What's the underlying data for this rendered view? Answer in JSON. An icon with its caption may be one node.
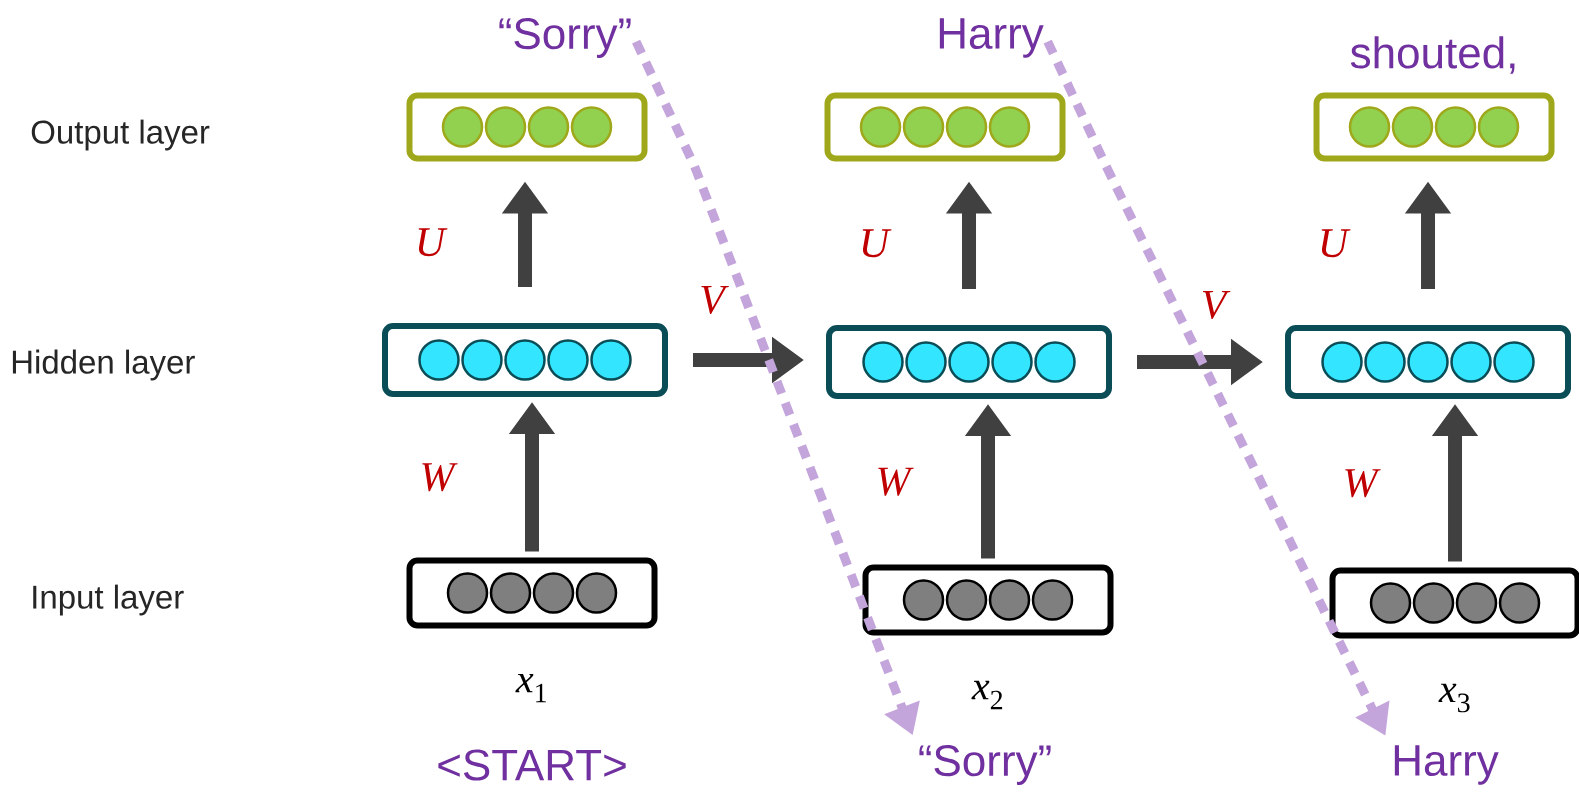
{
  "diagram": {
    "nodes": [
      {
        "text": [
          "“Sorry”"
        ]
      },
      {
        "text": [
          "Harry"
        ]
      },
      {
        "text": [],
        "shape": "box"
      },
      {
        "text": [],
        "shape": "box"
      },
      {
        "text": [],
        "shape": "box",
        "beside": [
          "shouted,"
        ]
      },
      {
        "text": [],
        "shape": "box"
      },
      {
        "text": [],
        "shape": "box"
      },
      {
        "text": [],
        "shape": "box"
      },
      {
        "text": [],
        "shape": "box",
        "beside": [
          "*x*$_{1}$",
          "<START>"
        ]
      },
      {
        "text": [],
        "shape": "box",
        "beside": [
          "*x*$_{2}$"
        ]
      },
      {
        "text": [],
        "shape": "box",
        "beside": [
          "*x*$_{3}$"
        ]
      },
      {
        "text": [
          "“Sorry”"
        ]
      },
      {
        "text": [
          "Harry"
        ]
      }
    ],
    "edges": [
      {
        "from": 8,
        "to": 5,
        "arrow": "to",
        "label": "W"
      },
      {
        "from": 9,
        "to": 6,
        "arrow": "to",
        "label": "W"
      },
      {
        "from": 10,
        "to": 7,
        "arrow": "to",
        "label": "W"
      },
      {
        "from": 5,
        "to": 2,
        "arrow": "to",
        "label": "U"
      },
      {
        "from": 6,
        "to": 3,
        "arrow": "to",
        "label": "U"
      },
      {
        "from": 7,
        "to": 4,
        "arrow": "to",
        "label": "U"
      },
      {
        "from": 5,
        "to": 6,
        "arrow": "to",
        "label": "V"
      },
      {
        "from": 6,
        "to": 7,
        "arrow": "to",
        "label": "V"
      },
      {
        "from": 0,
        "to": 11,
        "arrow": "to",
        "style": "dashed",
        "color": "#c4a5db"
      },
      {
        "from": 1,
        "to": 12,
        "arrow": "to",
        "style": "dashed",
        "color": "#c4a5db"
      }
    ],
    "labels": [
      "Output layer",
      "Hidden layer",
      "Input layer"
    ]
  }
}
